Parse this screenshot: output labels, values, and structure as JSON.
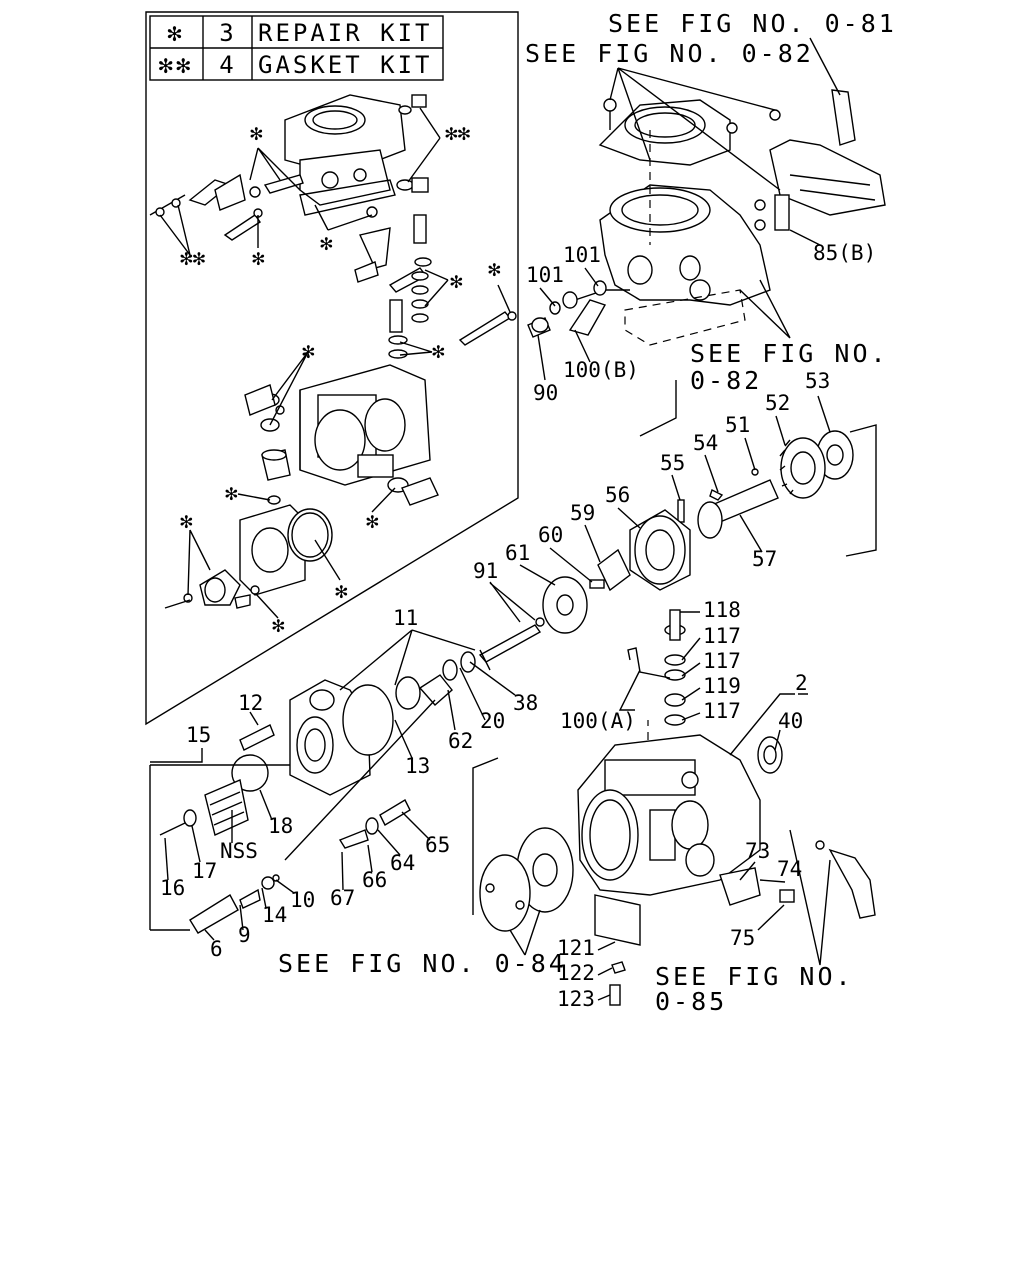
{
  "legend": {
    "rows": [
      {
        "mark": "✻",
        "qty": "3",
        "name": "REPAIR KIT"
      },
      {
        "mark": "✻✻",
        "qty": "4",
        "name": "GASKET KIT"
      }
    ]
  },
  "references": {
    "fig_081": "SEE FIG NO. 0-81",
    "fig_082_top": "SEE FIG NO. 0-82",
    "fig_082_mid_line1": "SEE FIG NO.",
    "fig_082_mid_line2": "0-82",
    "fig_084": "SEE FIG NO. 0-84",
    "fig_085_line1": "SEE FIG NO.",
    "fig_085_line2": "0-85"
  },
  "symbols": {
    "single": "✻",
    "double": "✻✻"
  },
  "parts": {
    "p2": "2",
    "p6": "6",
    "p9": "9",
    "p10": "10",
    "p11": "11",
    "p12": "12",
    "p13": "13",
    "p14": "14",
    "p15": "15",
    "p16": "16",
    "p17": "17",
    "p18": "18",
    "p20": "20",
    "p38": "38",
    "p40": "40",
    "p51": "51",
    "p52": "52",
    "p53": "53",
    "p54": "54",
    "p55": "55",
    "p56": "56",
    "p57": "57",
    "p59": "59",
    "p60": "60",
    "p61": "61",
    "p62": "62",
    "p64": "64",
    "p65": "65",
    "p66": "66",
    "p67": "67",
    "p73": "73",
    "p74": "74",
    "p75": "75",
    "p85b": "85(B)",
    "p90": "90",
    "p91": "91",
    "p100a": "100(A)",
    "p100b": "100(B)",
    "p101a": "101",
    "p101b": "101",
    "p117a": "117",
    "p117b": "117",
    "p117c": "117",
    "p118": "118",
    "p119": "119",
    "p121": "121",
    "p122": "122",
    "p123": "123",
    "nss": "NSS"
  }
}
